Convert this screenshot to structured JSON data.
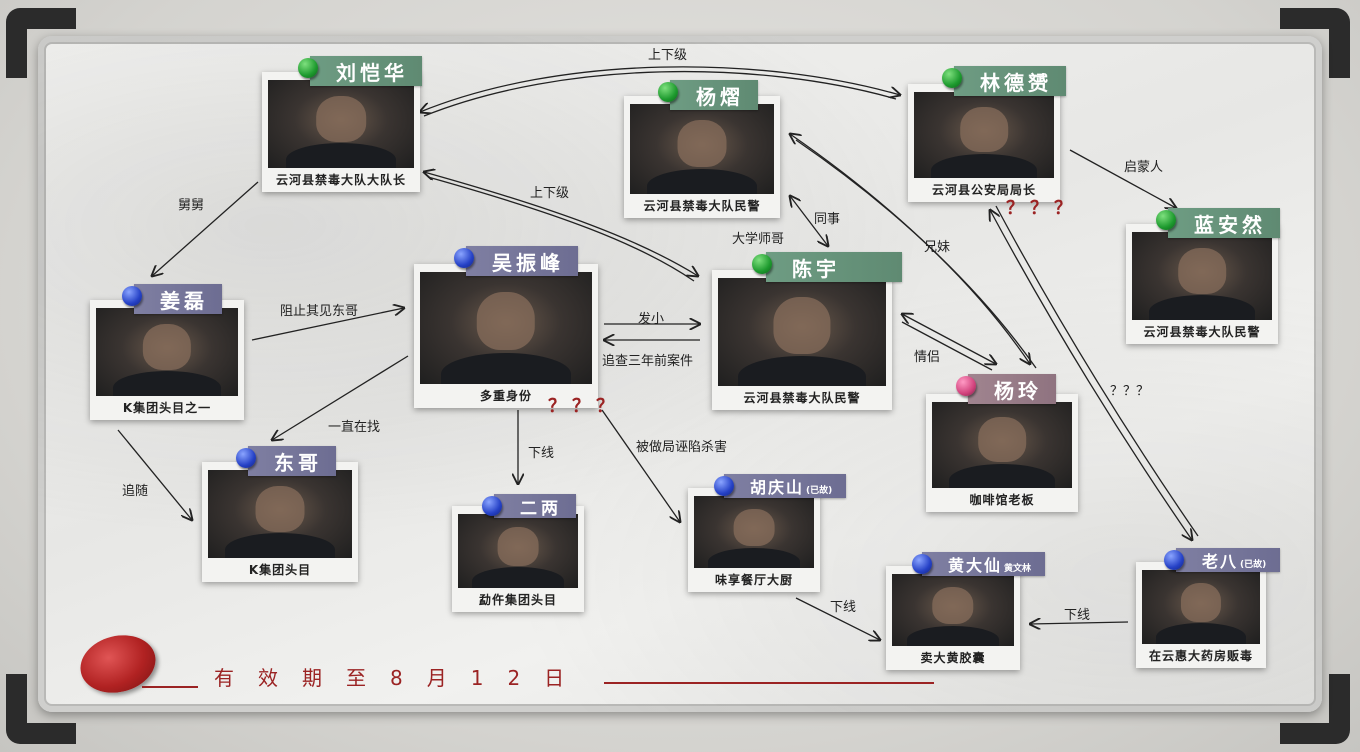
{
  "characters": {
    "liu": {
      "name": "刘恺华",
      "caption": "云河县禁毒大队大队长"
    },
    "yang_rong": {
      "name": "杨熠",
      "caption": "云河县禁毒大队民警"
    },
    "lin": {
      "name": "林德赟",
      "caption": "云河县公安局局长"
    },
    "lan": {
      "name": "蓝安然",
      "caption": "云河县禁毒大队民警"
    },
    "jiang": {
      "name": "姜磊",
      "caption": "K集团头目之一"
    },
    "wu": {
      "name": "吴振峰",
      "caption": "多重身份"
    },
    "chen": {
      "name": "陈宇",
      "caption": "云河县禁毒大队民警"
    },
    "yang_ling": {
      "name": "杨玲",
      "caption": "咖啡馆老板"
    },
    "dongge": {
      "name": "东哥",
      "caption": "K集团头目"
    },
    "erliang": {
      "name": "二两",
      "caption": "勐仵集团头目"
    },
    "hu": {
      "name": "胡庆山",
      "sub": "(已故)",
      "caption": "味享餐厅大厨"
    },
    "huang": {
      "name": "黄大仙",
      "sub": "黄文林",
      "caption": "卖大黄胶囊"
    },
    "laoba": {
      "name": "老八",
      "sub": "(已故)",
      "caption": "在云惠大药房贩毒"
    }
  },
  "relations": {
    "liu_lin": "上下级",
    "liu_chen": "上下级",
    "liu_jiang": "舅舅",
    "lin_lan": "启蒙人",
    "yang_chen_mentor": "大学师哥",
    "yang_chen_colleague": "同事",
    "yang_ling_sibling": "兄妹",
    "jiang_wu": "阻止其见东哥",
    "wu_chen_friend": "发小",
    "chen_wu_case": "追查三年前案件",
    "chen_ling": "情侣",
    "wu_dongge": "一直在找",
    "jiang_dongge": "追随",
    "wu_erliang": "下线",
    "wu_hu": "被做局诬陷杀害",
    "lin_laoba": "？？？",
    "hu_huang": "下线",
    "laoba_huang": "下线"
  },
  "question_marks": "？？？",
  "validity": "有效期至8月12日"
}
